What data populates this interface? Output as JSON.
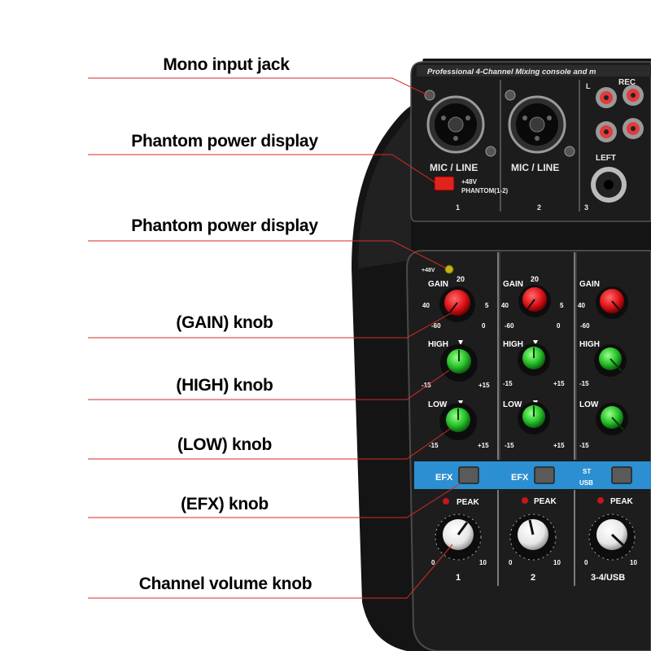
{
  "callouts": [
    {
      "label": "Mono input jack"
    },
    {
      "label": "Phantom power display"
    },
    {
      "label": "Phantom power display"
    },
    {
      "label": "(GAIN) knob"
    },
    {
      "label": "(HIGH) knob"
    },
    {
      "label": "(LOW) knob"
    },
    {
      "label": "(EFX) knob"
    },
    {
      "label": "Channel volume knob"
    }
  ],
  "device": {
    "header_text": "Professional 4-Channel Mixing console and m",
    "rec_label": "REC",
    "l_label": "L",
    "left_label": "LEFT",
    "mic_line_label": "MIC / LINE",
    "phantom_switch_label": "+48V",
    "phantom_switch_sub": "PHANTOM(1-2)",
    "phantom_led_label": "+48V",
    "gain_label": "GAIN",
    "high_label": "HIGH",
    "low_label": "LOW",
    "efx_label": "EFX",
    "st_label": "ST",
    "usb_label": "USB",
    "peak_label": "PEAK",
    "gain_ticks": {
      "top": "20",
      "left": "40",
      "right": "5",
      "bl": "-60",
      "br": "0"
    },
    "eq_ticks": {
      "left": "-15",
      "right": "+15"
    },
    "vol_ticks": {
      "left": "0",
      "right": "10"
    },
    "channels": [
      {
        "number": "1"
      },
      {
        "number": "2"
      },
      {
        "number": "3-4/USB"
      }
    ],
    "input_numbers": [
      "1",
      "2",
      "3"
    ]
  }
}
